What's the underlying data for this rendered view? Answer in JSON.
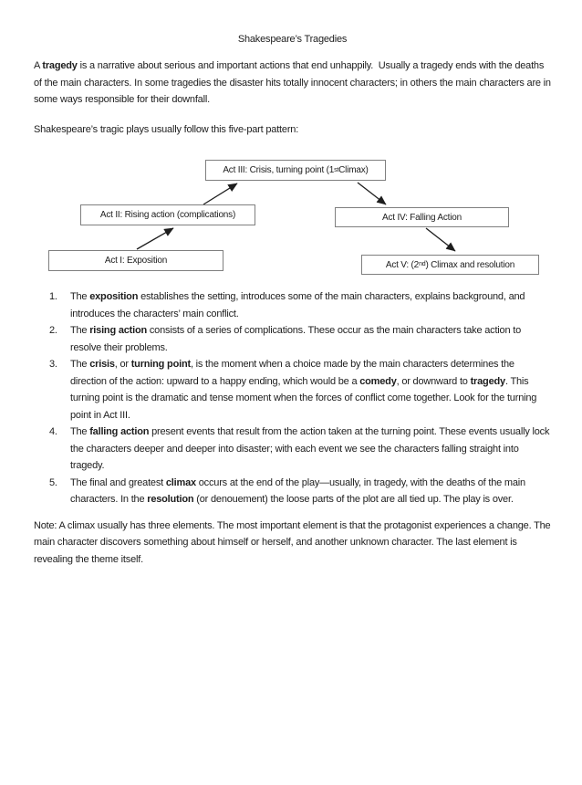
{
  "title": "Shakespeare’s Tragedies",
  "paragraphs": {
    "intro": [
      {
        "t": "A "
      },
      {
        "t": "tragedy",
        "b": true
      },
      {
        "t": " is a narrative about serious and important actions that end unhappily.  Usually a tragedy ends with the deaths of the main characters. In some tragedies the disaster hits totally innocent characters; in others the main characters are in some ways responsible for their downfall."
      }
    ],
    "pattern": "Shakespeare’s tragic plays usually follow this five-part pattern:"
  },
  "diagram": {
    "boxes": [
      {
        "id": "act1",
        "segments": [
          {
            "t": "Act I: Exposition"
          }
        ]
      },
      {
        "id": "act2",
        "segments": [
          {
            "t": "Act II: Rising action (complications)"
          }
        ]
      },
      {
        "id": "act3",
        "segments": [
          {
            "t": "Act III: Crisis, turning point (1"
          },
          {
            "t": "st",
            "sup": true
          },
          {
            "t": " Climax)"
          }
        ]
      },
      {
        "id": "act4",
        "segments": [
          {
            "t": "Act IV: Falling Action"
          }
        ]
      },
      {
        "id": "act5",
        "segments": [
          {
            "t": "Act V: (2"
          },
          {
            "t": "nd",
            "sup": true
          },
          {
            "t": ") Climax and resolution"
          }
        ]
      }
    ]
  },
  "list": {
    "items": [
      {
        "num": "1.",
        "segments": [
          {
            "t": "The "
          },
          {
            "t": "exposition",
            "b": true
          },
          {
            "t": " establishes the setting, introduces some of the main characters, explains background, and introduces the characters’ main conflict."
          }
        ]
      },
      {
        "num": "2.",
        "segments": [
          {
            "t": "The "
          },
          {
            "t": "rising action",
            "b": true
          },
          {
            "t": " consists of a series of complications. These occur as the main characters take action to resolve their problems."
          }
        ]
      },
      {
        "num": "3.",
        "segments": [
          {
            "t": "The "
          },
          {
            "t": "crisis",
            "b": true
          },
          {
            "t": ", or "
          },
          {
            "t": "turning point",
            "b": true
          },
          {
            "t": ", is the moment when a choice made by the main characters determines the direction of the action: upward to a happy ending, which would be a "
          },
          {
            "t": "comedy",
            "b": true
          },
          {
            "t": ", or downward to "
          },
          {
            "t": "tragedy",
            "b": true
          },
          {
            "t": ". This turning point is the dramatic and tense moment when the forces of conflict come together. Look for the turning point in Act III."
          }
        ]
      },
      {
        "num": "4.",
        "segments": [
          {
            "t": "The "
          },
          {
            "t": "falling action",
            "b": true
          },
          {
            "t": " present events that result from the action taken at the turning point. These events usually lock the characters deeper and deeper into disaster; with each event we see the characters falling straight into tragedy."
          }
        ]
      },
      {
        "num": "5.",
        "segments": [
          {
            "t": "The final and greatest "
          },
          {
            "t": "climax",
            "b": true
          },
          {
            "t": " occurs at the end of the play—usually, in tragedy, with the deaths of the main characters. In the "
          },
          {
            "t": "resolution",
            "b": true
          },
          {
            "t": " (or denouement) the loose parts of the plot are all tied up. The play is over."
          }
        ]
      }
    ]
  },
  "note": "Note: A climax usually has three elements. The most important element is that the protagonist experiences a change. The main character discovers something about himself or herself, and another unknown character. The last element is revealing the theme itself.",
  "colors": {
    "page_background": "#ffffff",
    "text": "#1d1d1d",
    "box_border": "#7f7f7f",
    "arrow": "#1d1d1d"
  }
}
